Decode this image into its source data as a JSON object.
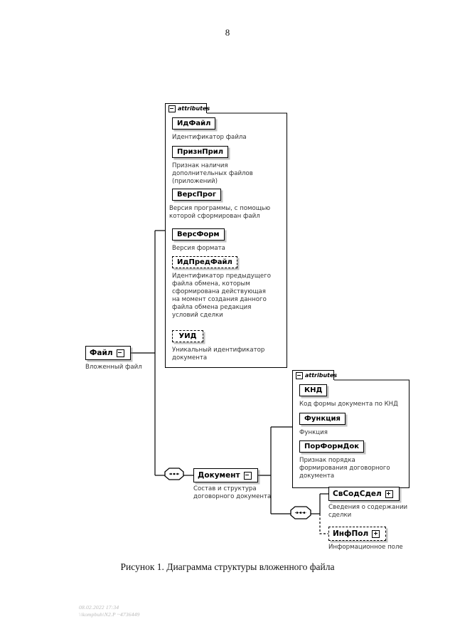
{
  "page": {
    "number": "8",
    "figure_caption": "Рисунок 1. Диаграмма структуры вложенного файла",
    "footer_line1": "08.02.2022 17:34",
    "footer_line2": "\\\\kompbuh\\N2.P ~4736449"
  },
  "diagram": {
    "type": "xsd-schema",
    "root": {
      "name": "Файл",
      "marker": "minus-icon",
      "caption": "Вложенный файл"
    },
    "file_attributes_panel": {
      "tab_label": "attributes",
      "tab_marker": "minus-icon",
      "attributes": [
        {
          "name": "ИдФайл",
          "optional": false,
          "desc": "Идентификатор файла"
        },
        {
          "name": "ПризнПрил",
          "optional": false,
          "desc": "Признак наличия\nдополнительных файлов\n(приложений)"
        },
        {
          "name": "ВерсПрог",
          "optional": false,
          "desc": "Версия программы, с помощью\nкоторой сформирован файл"
        },
        {
          "name": "ВерсФорм",
          "optional": false,
          "desc": "Версия формата"
        },
        {
          "name": "ИдПредФайл",
          "optional": true,
          "desc": "Идентификатор предыдущего\nфайла обмена, которым\nсформирована действующая\nна момент создания данного\nфайла обмена редакция\nусловий сделки"
        },
        {
          "name": "УИД",
          "optional": true,
          "desc": "Уникальный идентификатор\nдокумента"
        }
      ]
    },
    "document_node": {
      "name": "Документ",
      "marker": "minus-icon",
      "caption": "Состав и структура\nдоговорного документа",
      "sequence_connector": "sequence-icon"
    },
    "document_attributes_panel": {
      "tab_label": "attributes",
      "tab_marker": "minus-icon",
      "attributes": [
        {
          "name": "КНД",
          "optional": false,
          "desc": "Код формы документа по КНД"
        },
        {
          "name": "Функция",
          "optional": false,
          "desc": "Функция"
        },
        {
          "name": "ПорФормДок",
          "optional": false,
          "desc": "Признак порядка\nформирования договорного\nдокумента"
        }
      ]
    },
    "children": {
      "sequence_connector": "sequence-icon",
      "items": [
        {
          "name": "СвСодСдел",
          "optional": false,
          "marker": "plus-icon",
          "caption": "Сведения о содержании\nсделки"
        },
        {
          "name": "ИнфПол",
          "optional": true,
          "marker": "plus-icon",
          "caption": "Информационное поле"
        }
      ]
    }
  }
}
